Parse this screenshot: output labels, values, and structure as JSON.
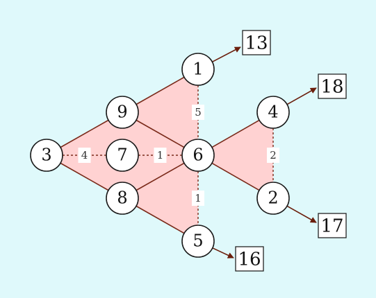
{
  "colors": {
    "background": "#dff9fb",
    "region_fill": "#ffd2d2",
    "edge": "#7a2a1a",
    "arrow": "#6b1e0c"
  },
  "nodes": [
    {
      "id": "1",
      "label": "1"
    },
    {
      "id": "2",
      "label": "2"
    },
    {
      "id": "3",
      "label": "3"
    },
    {
      "id": "4",
      "label": "4"
    },
    {
      "id": "5",
      "label": "5"
    },
    {
      "id": "6",
      "label": "6"
    },
    {
      "id": "7",
      "label": "7"
    },
    {
      "id": "8",
      "label": "8"
    },
    {
      "id": "9",
      "label": "9"
    }
  ],
  "solid_edges": [
    [
      "3",
      "9"
    ],
    [
      "3",
      "8"
    ],
    [
      "9",
      "1"
    ],
    [
      "9",
      "6"
    ],
    [
      "8",
      "6"
    ],
    [
      "8",
      "5"
    ],
    [
      "6",
      "4"
    ],
    [
      "6",
      "2"
    ]
  ],
  "weighted_edges": [
    {
      "from": "3",
      "to": "7",
      "weight": "4"
    },
    {
      "from": "7",
      "to": "6",
      "weight": "1"
    },
    {
      "from": "1",
      "to": "6",
      "weight": "5"
    },
    {
      "from": "6",
      "to": "5",
      "weight": "1"
    },
    {
      "from": "4",
      "to": "2",
      "weight": "2"
    }
  ],
  "outputs": [
    {
      "from": "1",
      "label": "13"
    },
    {
      "from": "4",
      "label": "18"
    },
    {
      "from": "2",
      "label": "17"
    },
    {
      "from": "5",
      "label": "16"
    }
  ]
}
